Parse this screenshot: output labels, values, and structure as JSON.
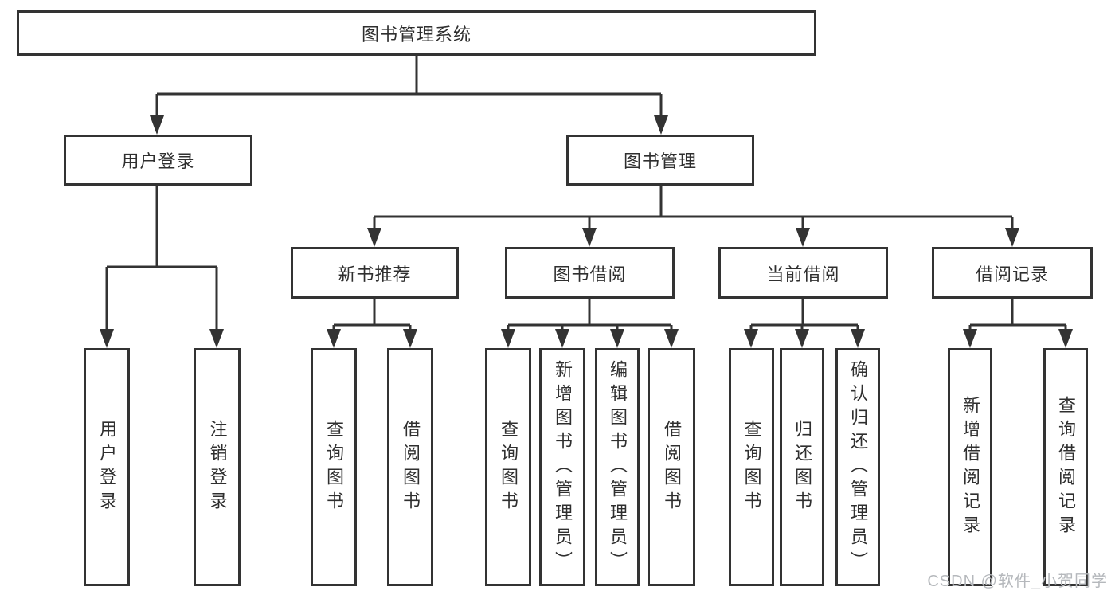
{
  "diagram": {
    "root": {
      "label": "图书管理系统"
    },
    "level2": [
      {
        "label": "用户登录"
      },
      {
        "label": "图书管理"
      }
    ],
    "level3": [
      {
        "label": "新书推荐"
      },
      {
        "label": "图书借阅"
      },
      {
        "label": "当前借阅"
      },
      {
        "label": "借阅记录"
      }
    ],
    "leaves": [
      {
        "label": "用户登录"
      },
      {
        "label": "注销登录"
      },
      {
        "label": "查询图书"
      },
      {
        "label": "借阅图书"
      },
      {
        "label": "查询图书"
      },
      {
        "label": "新增图书（管理员）"
      },
      {
        "label": "编辑图书（管理员）"
      },
      {
        "label": "借阅图书"
      },
      {
        "label": "查询图书"
      },
      {
        "label": "归还图书"
      },
      {
        "label": "确认归还（管理员）"
      },
      {
        "label": "新增借阅记录"
      },
      {
        "label": "查询借阅记录"
      }
    ]
  },
  "watermark": {
    "text": "CSDN @软件_小贺同学"
  },
  "colors": {
    "line": "#333333",
    "text": "#2f2f2f",
    "watermark": "#b5b8bc",
    "background": "#ffffff"
  }
}
